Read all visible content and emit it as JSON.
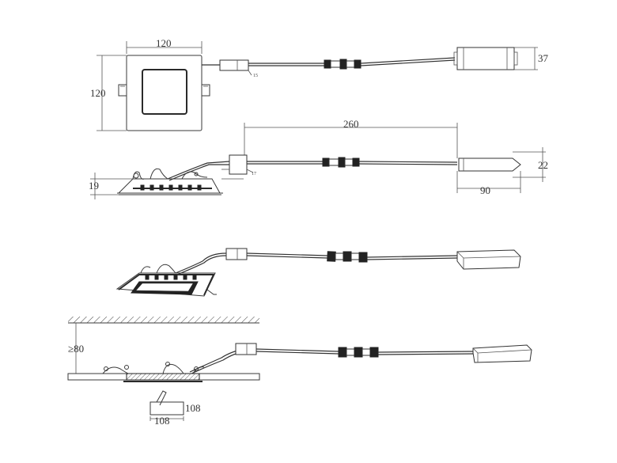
{
  "dimensions": {
    "top_width": "120",
    "top_height": "120",
    "driver_height": "37",
    "cable_length": "260",
    "driver_thickness": "22",
    "panel_depth": "19",
    "driver_length": "90",
    "ceiling_clearance": "≥80",
    "cutout_height": "108",
    "cutout_width": "108"
  },
  "small_labels": {
    "connector_top": "15",
    "connector_side": "17"
  },
  "colors": {
    "line": "#3a3a3a",
    "fill_dark": "#222222",
    "background": "#ffffff"
  }
}
